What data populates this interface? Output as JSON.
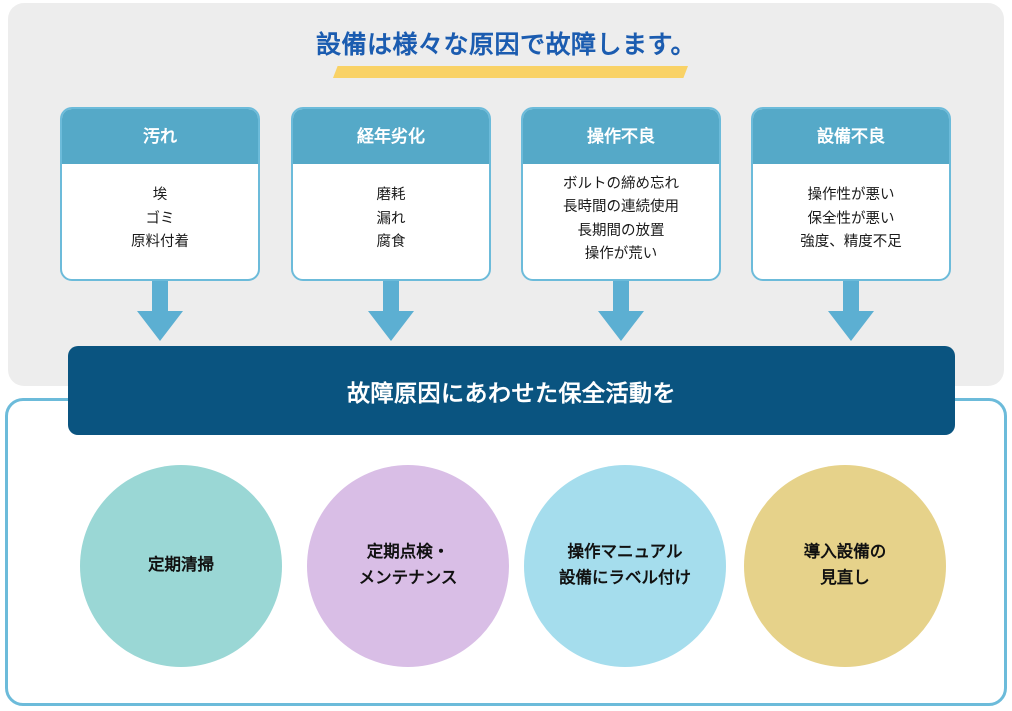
{
  "title": {
    "text": "設備は様々な原因で故障します。",
    "color": "#1b5cb0",
    "underline_color": "#f9d266"
  },
  "causes": [
    {
      "header": "汚れ",
      "items": [
        "埃",
        "ゴミ",
        "原料付着"
      ]
    },
    {
      "header": "経年劣化",
      "items": [
        "磨耗",
        "漏れ",
        "腐食"
      ]
    },
    {
      "header": "操作不良",
      "items": [
        "ボルトの締め忘れ",
        "長時間の連続使用",
        "長期間の放置",
        "操作が荒い"
      ]
    },
    {
      "header": "設備不良",
      "items": [
        "操作性が悪い",
        "保全性が悪い",
        "強度、精度不足"
      ]
    }
  ],
  "arrows": {
    "icon": "arrow-down-icon",
    "color": "#5cafd2",
    "count": 4
  },
  "banner": {
    "text": "故障原因にあわせた保全活動を",
    "background": "#0a5480",
    "color": "#ffffff"
  },
  "actions": [
    {
      "label": "定期清掃",
      "lines": [
        "定期清掃"
      ],
      "color": "#9ad7d5"
    },
    {
      "label": "定期点検・メンテナンス",
      "lines": [
        "定期点検・",
        "メンテナンス"
      ],
      "color": "#d9bee6"
    },
    {
      "label": "操作マニュアル 設備にラベル付け",
      "lines": [
        "操作マニュアル",
        "設備にラベル付け"
      ],
      "color": "#a5dded"
    },
    {
      "label": "導入設備の見直し",
      "lines": [
        "導入設備の",
        "見直し"
      ],
      "color": "#e6d28a"
    }
  ],
  "panels": {
    "causes_panel_background": "#ededed",
    "actions_panel_border": "#6cbbda",
    "card_header_background": "#55a9c8"
  }
}
